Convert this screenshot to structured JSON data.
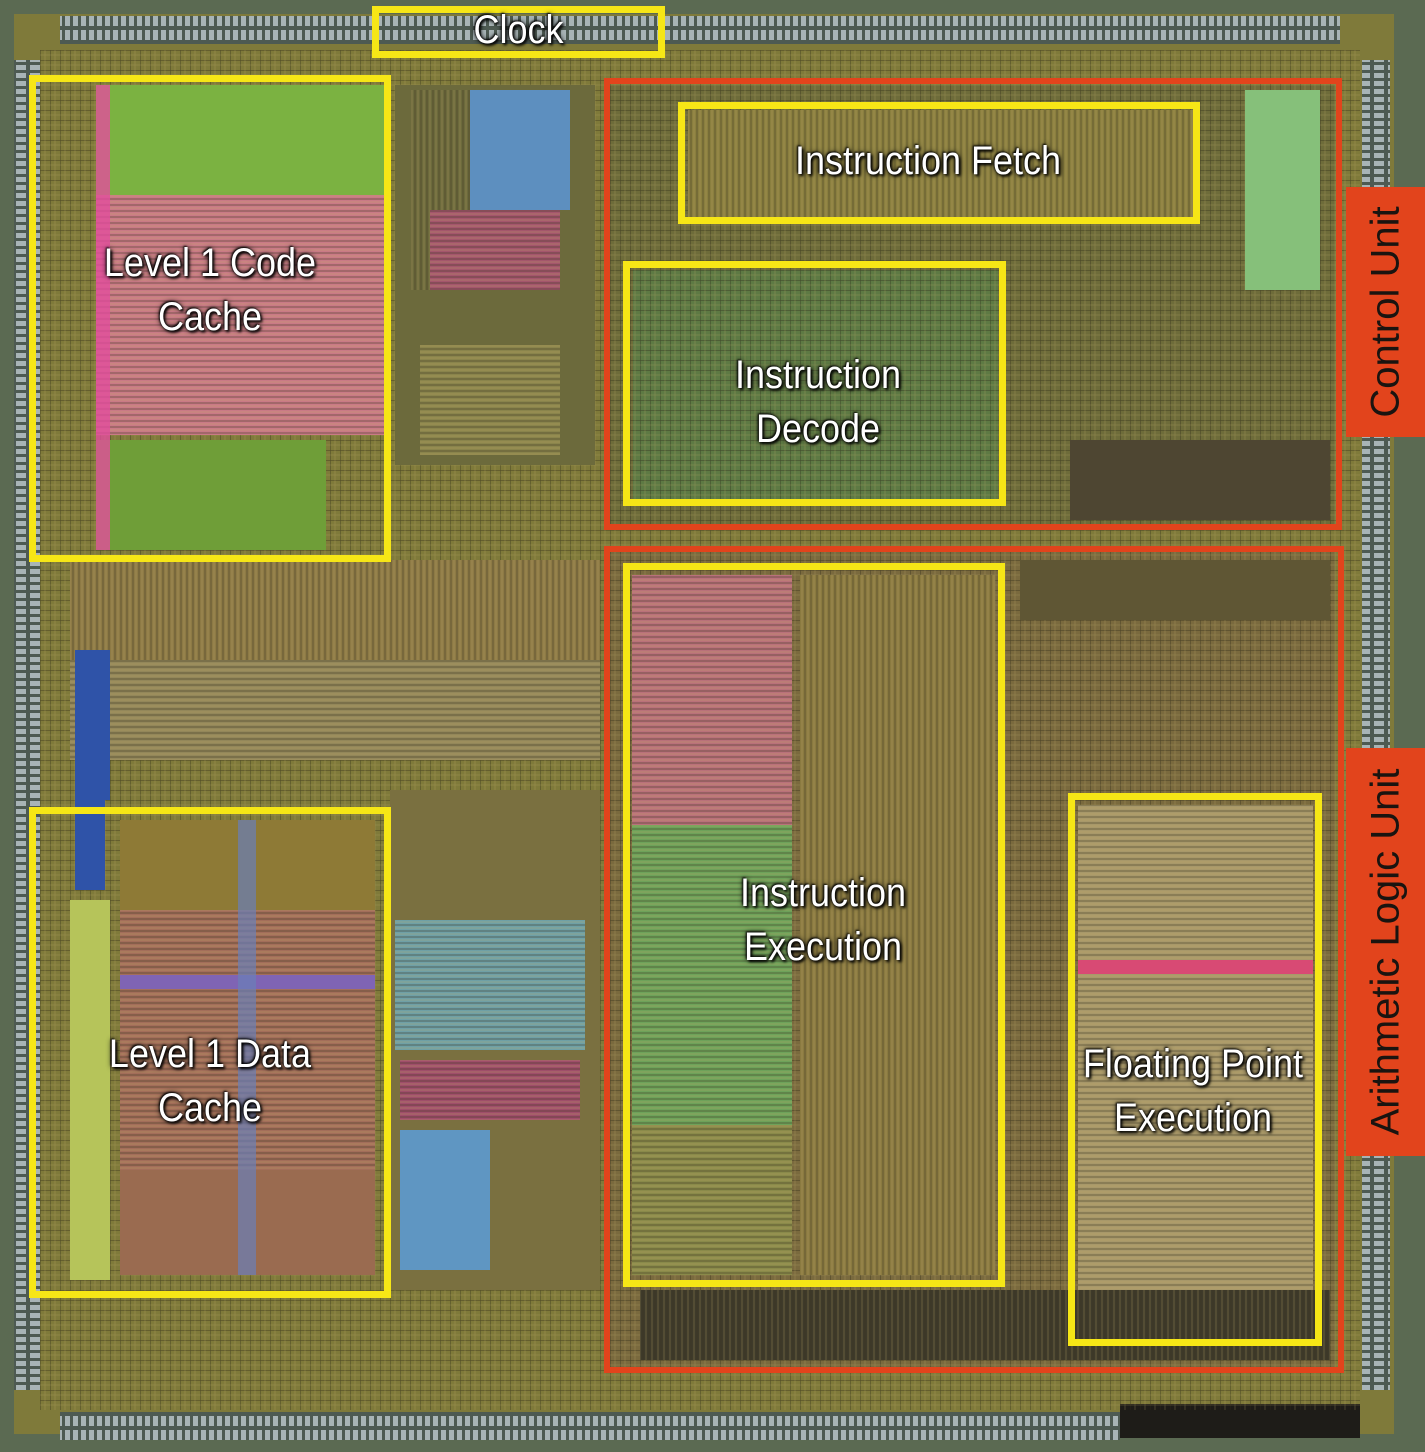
{
  "labels": {
    "clock": "Clock",
    "l1_code_cache": "Level 1 Code\nCache",
    "l1_data_cache": "Level 1 Data\nCache",
    "instruction_fetch": "Instruction Fetch",
    "instruction_decode": "Instruction\nDecode",
    "instruction_execution": "Instruction\nExecution",
    "floating_point_execution": "Floating Point\nExecution",
    "control_unit": "Control Unit",
    "alu": "Arithmetic Logic Unit"
  },
  "colors": {
    "block_outline": "#f6e616",
    "unit_outline": "#e2441c",
    "unit_tab": "#e2441c",
    "die_base": "#7f7a3a"
  }
}
